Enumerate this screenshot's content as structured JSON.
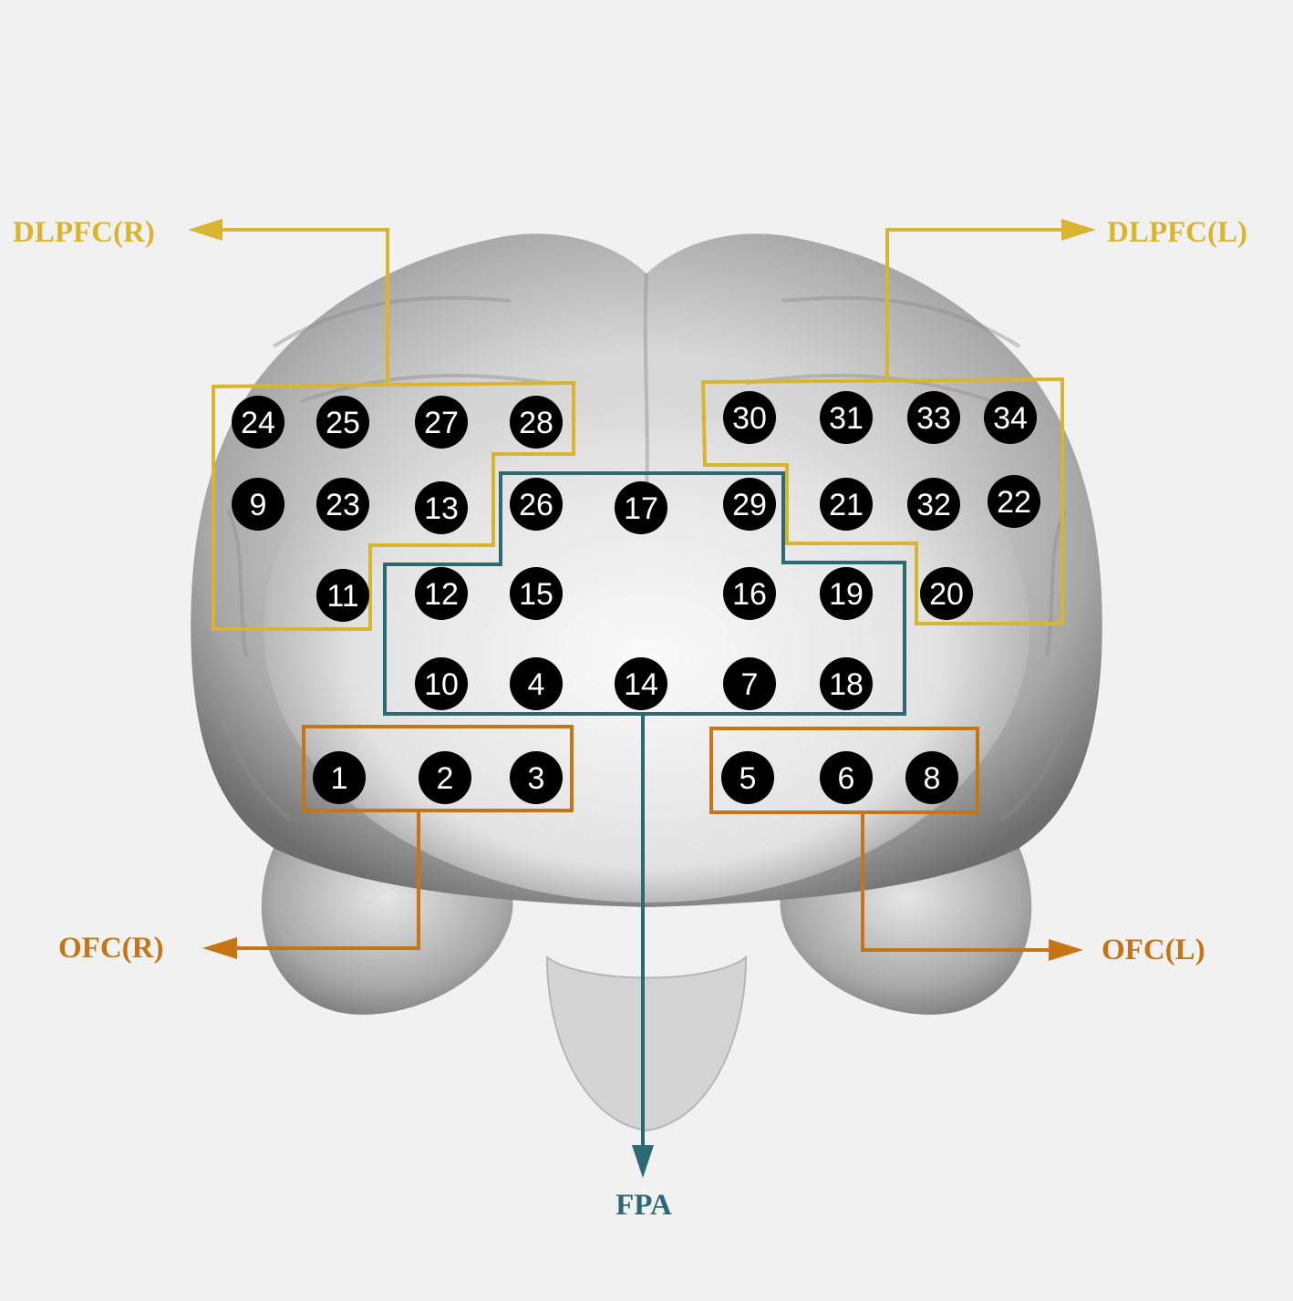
{
  "colors": {
    "background": "#f1f1f1",
    "dlpfc": "#d9b52f",
    "ofc": "#c57515",
    "fpa": "#2b6a73",
    "channel_fill": "#000000",
    "channel_text": "#ffffff"
  },
  "regions": {
    "dlpfc_right": {
      "label": "DLPFC(R)",
      "channels": [
        "24",
        "25",
        "27",
        "28",
        "9",
        "23",
        "13",
        "11"
      ]
    },
    "dlpfc_left": {
      "label": "DLPFC(L)",
      "channels": [
        "30",
        "31",
        "33",
        "34",
        "21",
        "32",
        "22",
        "20"
      ]
    },
    "ofc_right": {
      "label": "OFC(R)",
      "channels": [
        "1",
        "2",
        "3"
      ]
    },
    "ofc_left": {
      "label": "OFC(L)",
      "channels": [
        "5",
        "6",
        "8"
      ]
    },
    "fpa": {
      "label": "FPA",
      "channels": [
        "26",
        "17",
        "29",
        "12",
        "15",
        "16",
        "19",
        "10",
        "4",
        "14",
        "7",
        "18"
      ]
    }
  },
  "channels": [
    "24",
    "25",
    "27",
    "28",
    "30",
    "31",
    "33",
    "34",
    "9",
    "23",
    "13",
    "26",
    "17",
    "29",
    "21",
    "32",
    "22",
    "11",
    "12",
    "15",
    "16",
    "19",
    "20",
    "10",
    "4",
    "14",
    "7",
    "18",
    "1",
    "2",
    "3",
    "5",
    "6",
    "8"
  ]
}
